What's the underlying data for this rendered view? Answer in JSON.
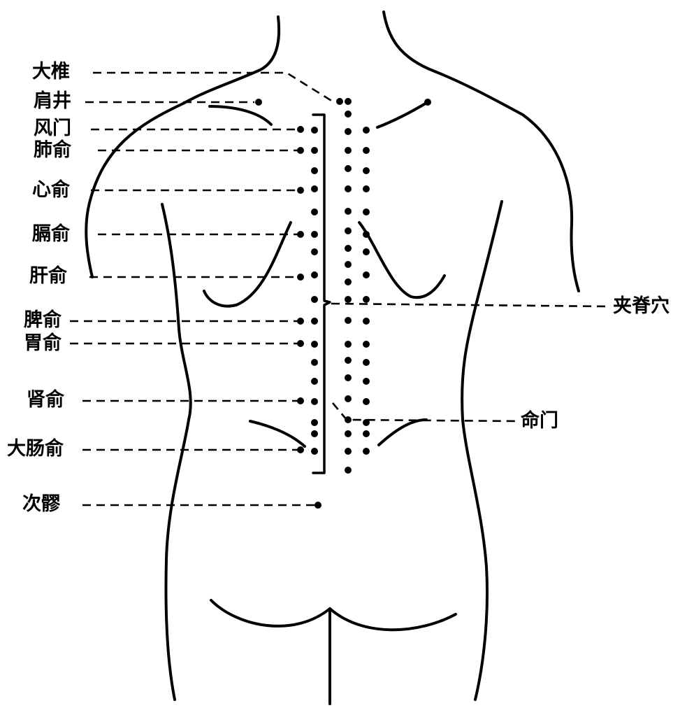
{
  "colors": {
    "ink": "#000000",
    "background": "#ffffff"
  },
  "labels": {
    "dazhui": "大椎",
    "jianjing": "肩井",
    "fengmen": "风门",
    "feishu": "肺俞",
    "xinshu": "心俞",
    "geshu": "膈俞",
    "ganshu": "肝俞",
    "pishu": "脾俞",
    "weishu": "胃俞",
    "shenshu": "肾俞",
    "dachangshu": "大肠俞",
    "ciliao": "次髎",
    "jiaji": "夹脊穴",
    "mingmen": "命门"
  }
}
